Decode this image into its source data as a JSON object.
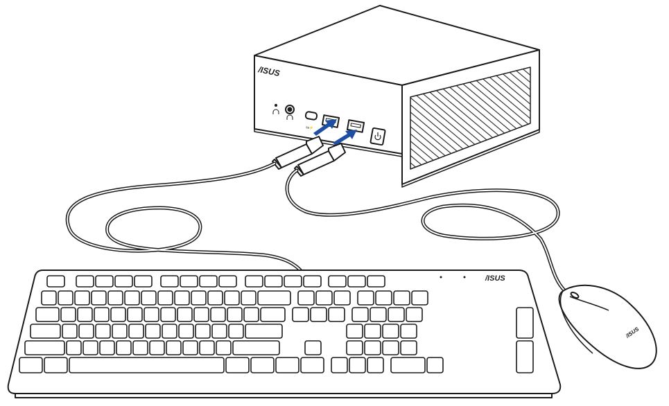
{
  "scene": {
    "subject": "asus-mini-pc-keyboard-mouse-connection",
    "colors": {
      "outline": "#1a1a1a",
      "arrow": "#1f4fa3",
      "background": "#ffffff",
      "vent": "#222222"
    }
  },
  "mini_pc": {
    "brand_label": "/ISUS",
    "ports": [
      "audio-jack",
      "usb-c",
      "usb-a-1",
      "usb-a-2",
      "power-button"
    ]
  },
  "keyboard": {
    "brand_label": "/ISUS"
  },
  "mouse": {
    "brand_label": "/ISUS"
  },
  "icons": [
    "keyboard-icon",
    "mouse-icon",
    "usb-plug-icon",
    "arrow-icon",
    "power-icon",
    "headphone-icon"
  ]
}
